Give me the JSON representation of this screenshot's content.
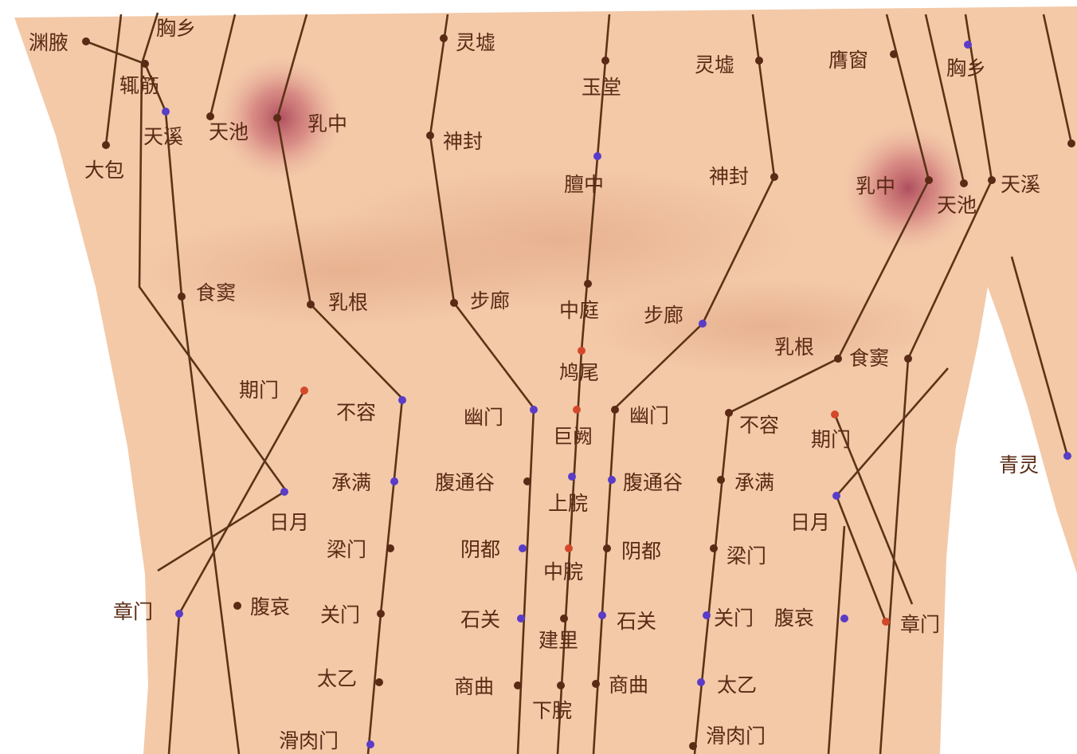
{
  "colors": {
    "background": "#ffffff",
    "skin": "#f3c9a8",
    "skin_shadow": "#e9b190",
    "nipple_glow": "#b2495a",
    "line": "#5b3417",
    "label_text": "#5a2a14",
    "point_brown": "#5a2a14",
    "point_purple": "#5a3cc8",
    "point_red": "#d4482a"
  },
  "labels": {
    "l_yuanye": "渊腋",
    "l_xiongxiang_l": "胸乡",
    "l_zhejin": "辄筋",
    "l_dabao": "大包",
    "l_tianxi_l": "天溪",
    "l_tianchi_l": "天池",
    "l_ruzhong_l": "乳中",
    "l_lingxu_l": "灵墟",
    "l_shenfeng_l": "神封",
    "l_yutang": "玉堂",
    "l_lingxu_r": "灵墟",
    "l_yingchuang": "膺窗",
    "l_xiongxiang_r": "胸乡",
    "l_danzhong": "膻中",
    "l_shenfeng_r": "神封",
    "l_ruzhong_r": "乳中",
    "l_tianchi_r": "天池",
    "l_tianxi_r": "天溪",
    "l_shidou": "食窦",
    "l_rugen_l": "乳根",
    "l_bulang_l": "步廊",
    "l_zhongting": "中庭",
    "l_bulang_r": "步廊",
    "l_rugen_r": "乳根",
    "l_shidou_r": "食窦",
    "l_jiuwei": "鸠尾",
    "l_qimen_l": "期门",
    "l_burong_l": "不容",
    "l_youmen_l": "幽门",
    "l_juque": "巨阙",
    "l_youmen_r": "幽门",
    "l_burong_r": "不容",
    "l_qimen_r": "期门",
    "l_qingling": "青灵",
    "l_chengman_l": "承满",
    "l_futonggu_l": "腹通谷",
    "l_shangwan": "上脘",
    "l_futonggu_r": "腹通谷",
    "l_chengman_r": "承满",
    "l_riyue_l": "日月",
    "l_riyue_r": "日月",
    "l_liangmen_l": "梁门",
    "l_yindu_l": "阴都",
    "l_zhongwan": "中脘",
    "l_yindu_r": "阴都",
    "l_liangmen_r": "梁门",
    "l_zhangmen_l": "章门",
    "l_fuai_l": "腹哀",
    "l_guanmen_l": "关门",
    "l_shiguan_l": "石关",
    "l_jianli": "建里",
    "l_shiguan_r": "石关",
    "l_guanmen_r": "关门",
    "l_fuai_r": "腹哀",
    "l_zhangmen_r": "章门",
    "l_taiyi_l": "太乙",
    "l_shangqu_l": "商曲",
    "l_xiawan": "下脘",
    "l_shangqu_r": "商曲",
    "l_taiyi_r": "太乙",
    "l_huaroumen_l": "滑肉门",
    "l_huaroumen_r": "滑肉门"
  }
}
